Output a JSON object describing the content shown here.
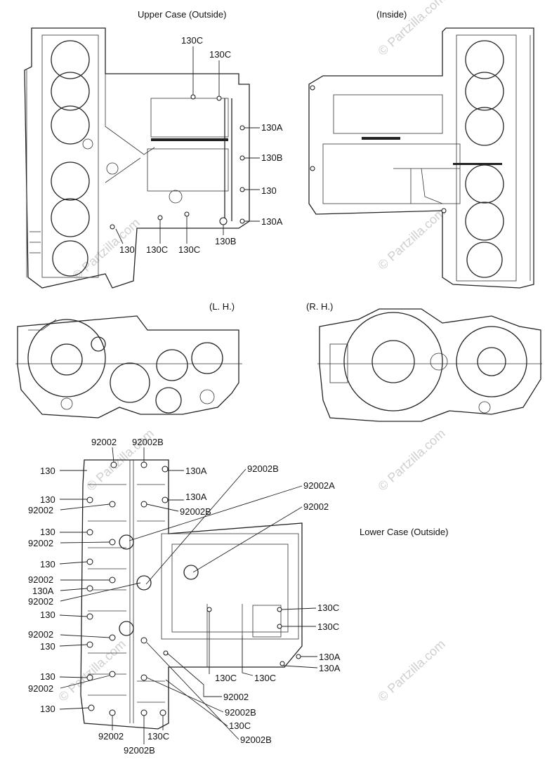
{
  "captions": {
    "upper_outside": "Upper Case (Outside)",
    "upper_inside": "(Inside)",
    "left_hand": "(L. H.)",
    "right_hand": "(R. H.)",
    "lower_outside": "Lower Case (Outside)"
  },
  "watermark": "© Partzilla.com",
  "upper_case_labels": {
    "c1": "130C",
    "c2": "130C",
    "a1": "130A",
    "b1": "130B",
    "p1": "130",
    "a2": "130A",
    "p2": "130",
    "c3": "130C",
    "c4": "130C",
    "b2": "130B"
  },
  "lower_case_labels": {
    "top1": "92002",
    "top2": "92002B",
    "l1": "130",
    "r1": "130A",
    "r2": "92002B",
    "r3": "92002A",
    "l2": "130",
    "r4": "130A",
    "l3": "92002",
    "r5": "92002B",
    "r6": "92002",
    "l4": "130",
    "l5": "92002",
    "l6": "130",
    "l7": "92002",
    "l8": "130A",
    "l9": "92002",
    "l10": "130",
    "r7": "130C",
    "r8": "130C",
    "l11": "92002",
    "l12": "130",
    "r9": "130A",
    "r10": "130A",
    "b1": "130C",
    "b2": "130C",
    "l13": "130",
    "l14": "92002",
    "b3": "92002",
    "l15": "130",
    "b4": "92002B",
    "b5": "130C",
    "b6": "92002",
    "b7": "130C",
    "b8": "92002B",
    "b9": "92002B"
  }
}
